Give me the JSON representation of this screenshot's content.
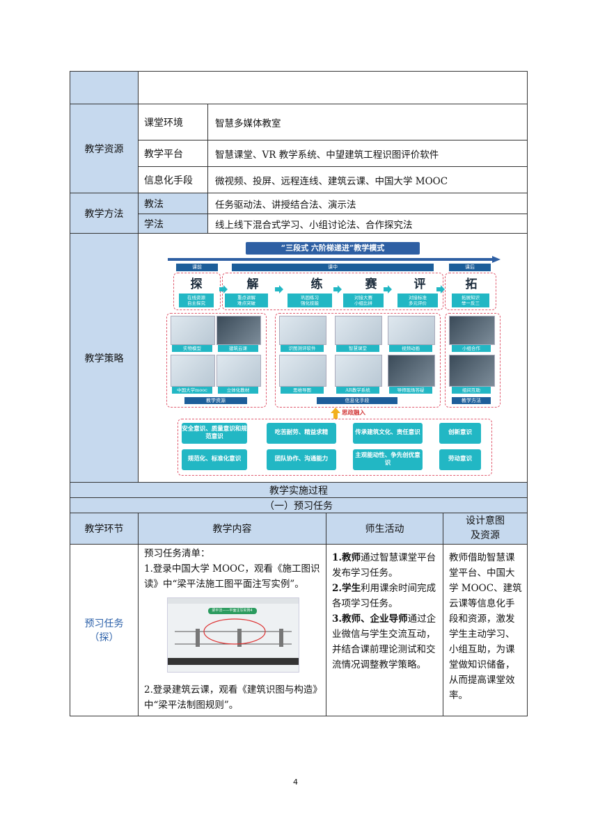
{
  "resources": {
    "label": "教学资源",
    "rows": [
      {
        "name": "课堂环境",
        "value": "智慧多媒体教室"
      },
      {
        "name": "教学平台",
        "value": "智慧课堂、VR 教学系统、中望建筑工程识图评价软件"
      },
      {
        "name": "信息化手段",
        "value": "微视频、投屏、远程连线、建筑云课、中国大学 MOOC"
      }
    ]
  },
  "methods": {
    "label": "教学方法",
    "rows": [
      {
        "name": "教法",
        "value": "任务驱动法、讲授结合法、演示法"
      },
      {
        "name": "学法",
        "value": "线上线下混合式学习、小组讨论法、合作探究法"
      }
    ]
  },
  "strategy": {
    "label": "教学策略",
    "diagram": {
      "title": "“三段式 六阶梯递进”教学模式",
      "phases": [
        "课前",
        "课中",
        "课后"
      ],
      "steps": [
        {
          "char": "探",
          "desc": "在线资源\n自主探究"
        },
        {
          "char": "解",
          "desc": "重点讲解\n难点突破"
        },
        {
          "char": "练",
          "desc": "巩固练习\n强化技能"
        },
        {
          "char": "赛",
          "desc": "对接大赛\n小组比拼"
        },
        {
          "char": "评",
          "desc": "对接标准\n多元评价"
        },
        {
          "char": "拓",
          "desc": "拓展知识\n举一反三"
        }
      ],
      "resources_panel": {
        "items": [
          "实物模型",
          "建筑云课",
          "中国大学mooc",
          "立体化教材"
        ],
        "footer": "教学资源"
      },
      "info_panel": {
        "items": [
          "识图测评软件",
          "智慧课堂",
          "视频动画",
          "思维导图",
          "AR教学系统",
          "导师现场答疑"
        ],
        "footer": "信息化手段"
      },
      "method_panel": {
        "items": [
          "小组合作",
          "组间互助"
        ],
        "footer": "教学方法"
      },
      "ideology_label": "思政融入",
      "values": [
        "安全意识、质量意识和规范意识",
        "吃苦耐劳、精益求精",
        "传承建筑文化、责任意识",
        "创新意识",
        "规范化、标准化意识",
        "团队协作、沟通能力",
        "主观能动性、争先创优意识",
        "劳动意识"
      ]
    }
  },
  "process": {
    "title": "教学实施过程",
    "subtitle": "（一）预习任务",
    "headers": [
      "教学环节",
      "教学内容",
      "师生活动",
      "设计意图\n及资源"
    ],
    "stage": {
      "line1": "预习任务",
      "line2": "（探）"
    },
    "content": {
      "intro": "预习任务清单：",
      "item1": "1.登录中国大学 MOOC，观看《施工图识读》中“梁平法施工图平面注写实例”。",
      "screenshot_caption": "梁平法——平面注写实例4",
      "item2": "2.登录建筑云课，观看《建筑识图与构造》中“梁平法制图规则”。"
    },
    "activities": [
      {
        "bold": "1.教师",
        "text": "通过智慧课堂平台发布学习任务。"
      },
      {
        "bold": "2.学生",
        "text": "利用课余时间完成各项学习任务。"
      },
      {
        "bold": "3.教师、企业导师",
        "text": "通过企业微信与学生交流互动，并结合课前理论测试和交流情况调整教学策略。"
      }
    ],
    "intent": "教师借助智慧课堂平台、中国大学 MOOC、建筑云课等信息化手段和资源，激发学生主动学习、小组互助，为课堂做知识储备，从而提高课堂效率。"
  },
  "page_number": "4"
}
